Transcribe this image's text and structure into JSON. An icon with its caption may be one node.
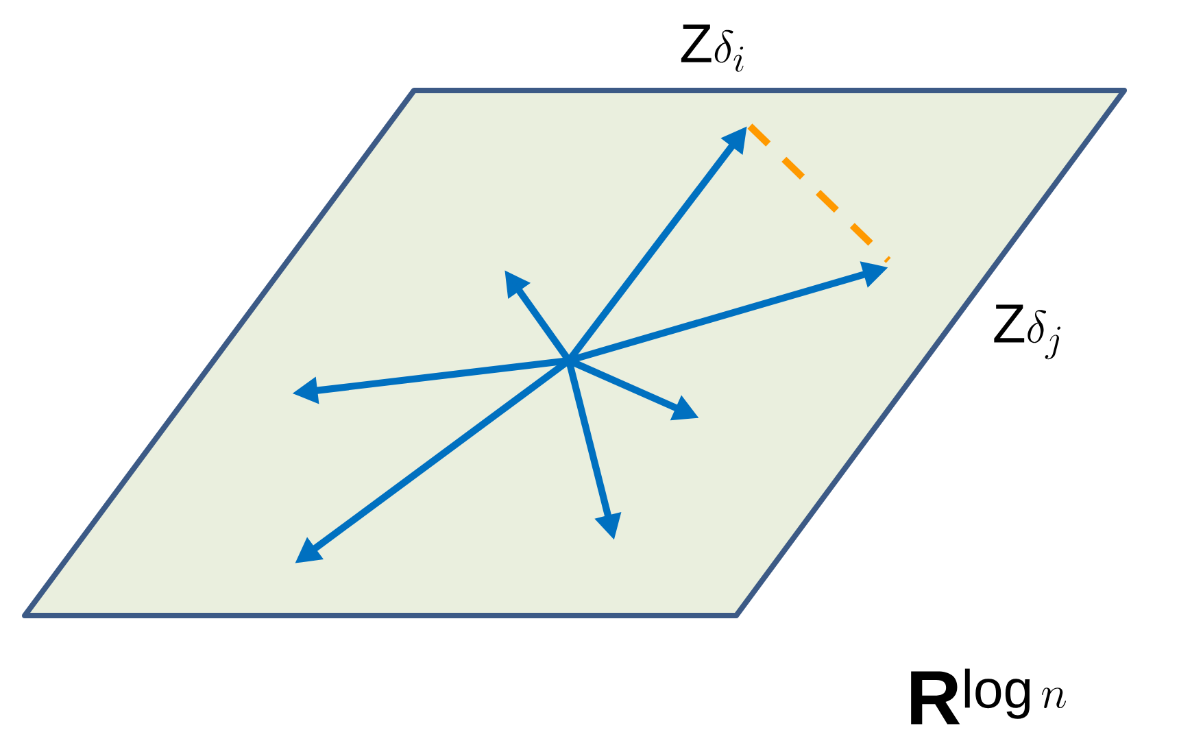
{
  "diagram": {
    "labels": [
      "\\mathrm{Z}\\delta_i",
      "\\mathrm{Z}\\delta_j",
      "\\mathbf{R}^{\\log n}"
    ]
  }
}
